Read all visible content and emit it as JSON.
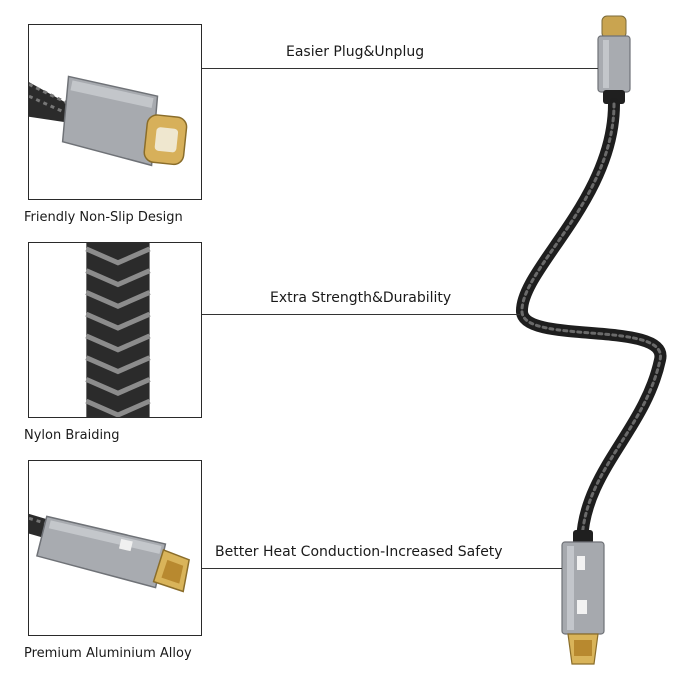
{
  "panels": [
    {
      "caption": "Friendly Non-Slip Design",
      "icon": "usb-c-connector-closeup"
    },
    {
      "caption": "Nylon Braiding",
      "icon": "nylon-braid-closeup"
    },
    {
      "caption": "Premium Aluminium Alloy",
      "icon": "hdmi-connector-closeup"
    }
  ],
  "features": [
    {
      "label": "Easier Plug&Unplug"
    },
    {
      "label": "Extra Strength&Durability"
    },
    {
      "label": "Better Heat Conduction-Increased Safety"
    }
  ],
  "colors": {
    "frame": "#2a2a2a",
    "aluminium": "#a9acb1",
    "braid": "#2b2b2b",
    "gold": "#d9b45a"
  }
}
